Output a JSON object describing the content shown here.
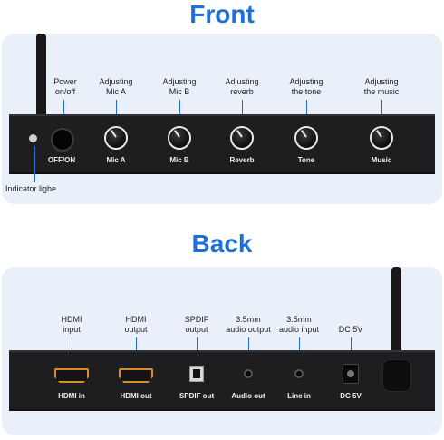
{
  "front": {
    "heading": "Front",
    "labels": {
      "power": "Power\non/off",
      "mic_a": "Adjusting\nMic A",
      "mic_b": "Adjusting\nMic B",
      "reverb": "Adjusting\nreverb",
      "tone": "Adjusting\nthe tone",
      "music": "Adjusting\nthe music",
      "indicator": "Indicator lighe"
    },
    "device_labels": {
      "off_on": "OFF/ON",
      "mic_a": "Mic A",
      "mic_b": "Mic B",
      "reverb": "Reverb",
      "tone": "Tone",
      "music": "Music"
    }
  },
  "back": {
    "heading": "Back",
    "labels": {
      "hdmi_input": "HDMI\ninput",
      "hdmi_output": "HDMI\noutput",
      "spdif_output": "SPDIF\noutput",
      "audio_output": "3.5mm\naudio output",
      "audio_input": "3.5mm\naudio input",
      "dc": "DC 5V"
    },
    "device_labels": {
      "hdmi_in": "HDMI in",
      "hdmi_out": "HDMI out",
      "spdif_out": "SPDIF out",
      "audio_out": "Audio out",
      "line_in": "Line in",
      "dc": "DC 5V"
    }
  },
  "colors": {
    "heading": "#1f6fd6",
    "panel": "#e9f0f9",
    "callout": "#1b6be0",
    "hdmi_port": "#d98d2d"
  }
}
